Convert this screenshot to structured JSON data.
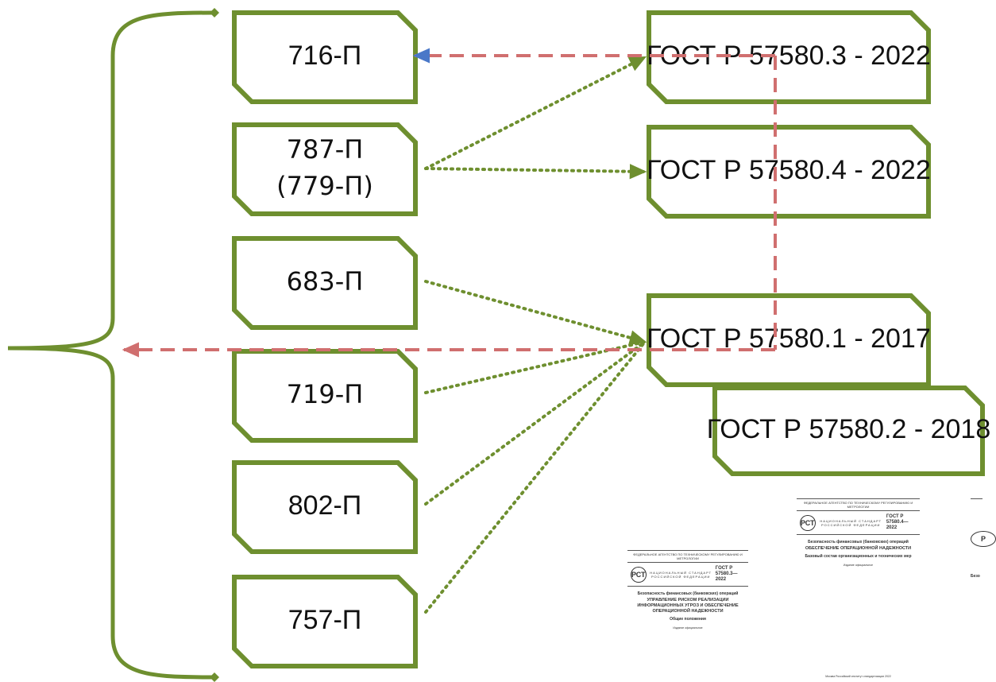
{
  "left_nodes": [
    {
      "id": "n716",
      "lines": [
        "716-П"
      ],
      "style": "cond"
    },
    {
      "id": "n787",
      "lines": [
        "787-П",
        "(779-П)"
      ],
      "style": "normal"
    },
    {
      "id": "n683",
      "lines": [
        "683-П"
      ],
      "style": "normal"
    },
    {
      "id": "n719",
      "lines": [
        "719-П"
      ],
      "style": "normal"
    },
    {
      "id": "n802",
      "lines": [
        "802-П"
      ],
      "style": "cond"
    },
    {
      "id": "n757",
      "lines": [
        "757-П"
      ],
      "style": "cond"
    }
  ],
  "right_nodes": [
    {
      "id": "g3",
      "lines": [
        "ГОСТ Р 57580.3 - 2022"
      ]
    },
    {
      "id": "g4",
      "lines": [
        "ГОСТ Р 57580.4 - 2022"
      ]
    },
    {
      "id": "g1",
      "lines": [
        "ГОСТ Р 57580.1 - 2017"
      ]
    },
    {
      "id": "g2",
      "lines": [
        "ГОСТ Р 57580.2 - 2018"
      ]
    }
  ],
  "colors": {
    "box_border": "#6e8f2f",
    "dotted": "#6e8f2f",
    "dashed": "#d06f6f",
    "arrow_blue": "#4a78c8",
    "brace": "#6e8f2f"
  },
  "documents": [
    {
      "agency": "ФЕДЕРАЛЬНОЕ АГЕНТСТВО ПО ТЕХНИЧЕСКОМУ РЕГУЛИРОВАНИЮ И МЕТРОЛОГИИ",
      "national": "НАЦИОНАЛЬНЫЙ СТАНДАРТ РОССИЙСКОЙ ФЕДЕРАЦИИ",
      "gost": "ГОСТ Р 57580.3— 2022",
      "series": "Безопасность финансовых (банковских) операций",
      "title": "УПРАВЛЕНИЕ РИСКОМ РЕАЛИЗАЦИИ ИНФОРМАЦИОННЫХ УГРОЗ И ОБЕСПЕЧЕНИЕ ОПЕРАЦИОННОЙ НАДЕЖНОСТИ",
      "subtitle": "Общие положения",
      "edition": "Издание официальное",
      "city": ""
    },
    {
      "agency": "ФЕДЕРАЛЬНОЕ АГЕНТСТВО ПО ТЕХНИЧЕСКОМУ РЕГУЛИРОВАНИЮ И МЕТРОЛОГИИ",
      "national": "НАЦИОНАЛЬНЫЙ СТАНДАРТ РОССИЙСКОЙ ФЕДЕРАЦИИ",
      "gost": "ГОСТ Р 57580.4— 2022",
      "series": "Безопасность финансовых (банковских) операций",
      "title": "ОБЕСПЕЧЕНИЕ ОПЕРАЦИОННОЙ НАДЕЖНОСТИ",
      "subtitle": "Базовый состав организационных и технических мер",
      "edition": "Издание официальное",
      "city": "Москва Российский институт стандартизации 2022"
    },
    {
      "agency": "",
      "national": "",
      "gost": "",
      "series": "Безо",
      "title": "",
      "subtitle": "",
      "edition": "",
      "city": ""
    }
  ]
}
